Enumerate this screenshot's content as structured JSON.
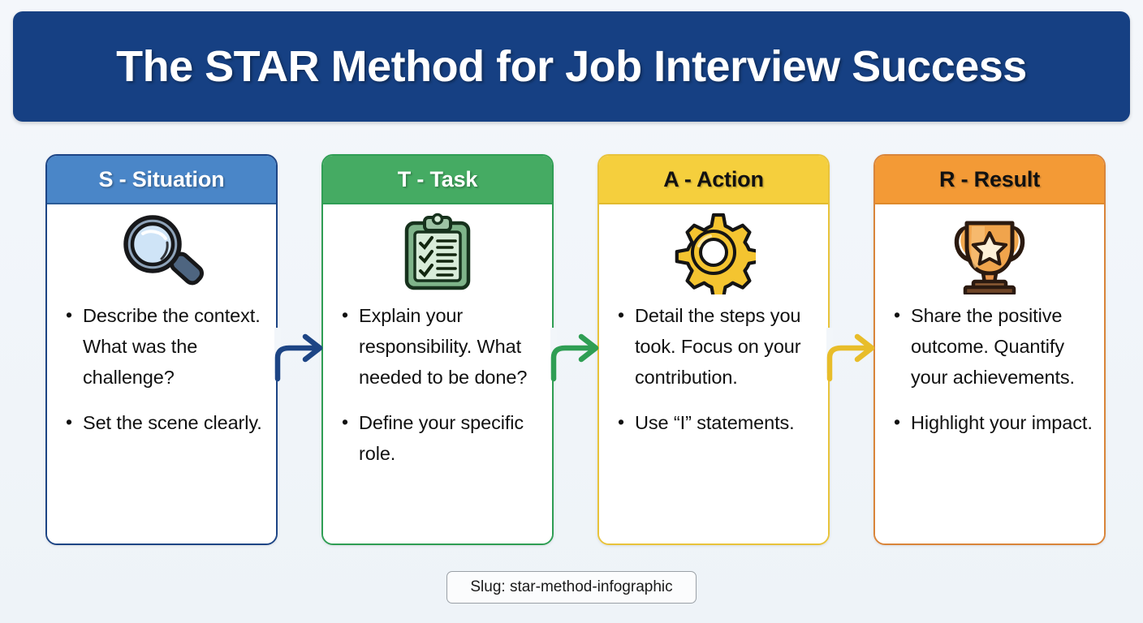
{
  "page": {
    "background_color": "#f2f6fa"
  },
  "header": {
    "title": "The STAR Method for Job Interview Success",
    "background_color": "#164083",
    "text_color": "#ffffff"
  },
  "cards": [
    {
      "letter": "S",
      "name": "Situation",
      "header_label": "S - Situation",
      "header_color": "#4a86c8",
      "border_color": "#1d4585",
      "header_text_color": "#ffffff",
      "icon": "magnifying-glass-icon",
      "bullets": [
        "Describe the context. What was the challenge?",
        "Set the scene clearly."
      ]
    },
    {
      "letter": "T",
      "name": "Task",
      "header_label": "T - Task",
      "header_color": "#45ab63",
      "border_color": "#2f9e54",
      "header_text_color": "#ffffff",
      "icon": "clipboard-checklist-icon",
      "bullets": [
        "Explain your responsibility. What needed to be done?",
        "Define your specific role."
      ]
    },
    {
      "letter": "A",
      "name": "Action",
      "header_label": "A - Action",
      "header_color": "#f5cf3d",
      "border_color": "#e8c33b",
      "header_text_color": "#111111",
      "icon": "gear-icon",
      "bullets": [
        "Detail the steps you took. Focus on your contribution.",
        "Use “I” statements."
      ]
    },
    {
      "letter": "R",
      "name": "Result",
      "header_label": "R - Result",
      "header_color": "#f39a36",
      "border_color": "#d9853a",
      "header_text_color": "#111111",
      "icon": "trophy-icon",
      "bullets": [
        "Share the positive outcome. Quantify your achievements.",
        "Highlight your impact."
      ]
    }
  ],
  "connectors": [
    {
      "name": "arrow-s-to-t",
      "color": "#1d4585"
    },
    {
      "name": "arrow-t-to-a",
      "color": "#2f9e54"
    },
    {
      "name": "arrow-a-to-r",
      "color": "#e8bd2a"
    }
  ],
  "footer": {
    "slug_label": "Slug: star-method-infographic"
  }
}
